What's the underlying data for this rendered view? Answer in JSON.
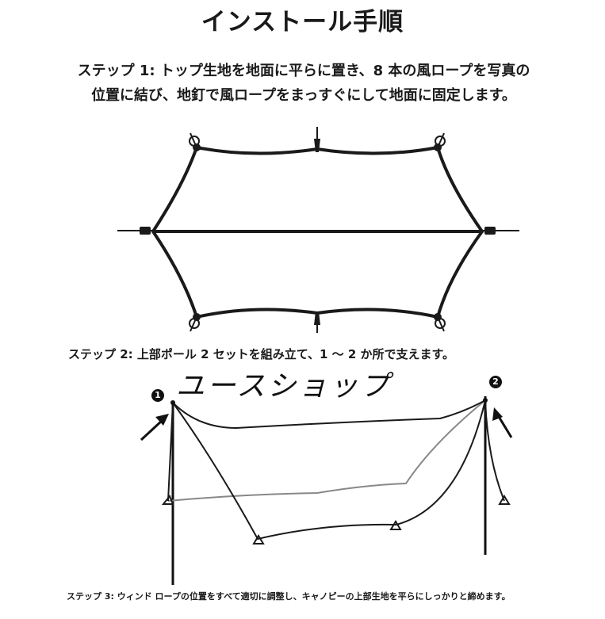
{
  "title": "インストール手順",
  "step1": {
    "line1": "ステップ 1: トップ生地を地面に平らに置き、8 本の風ロープを写真の",
    "line2": "位置に結び、地釘で風ロープをまっすぐにして地面に固定します。"
  },
  "step2": "ステップ 2: 上部ポール 2 セットを組み立て、1 ～ 2 か所で支えます。",
  "watermark": "ユースショップ",
  "markers": {
    "pole1": "1",
    "pole2": "2"
  },
  "step3": "ステップ 3: ウィンド ロープの位置をすべて適切に調整し、キャノピーの上部生地を平らにしっかりと締めます。"
}
